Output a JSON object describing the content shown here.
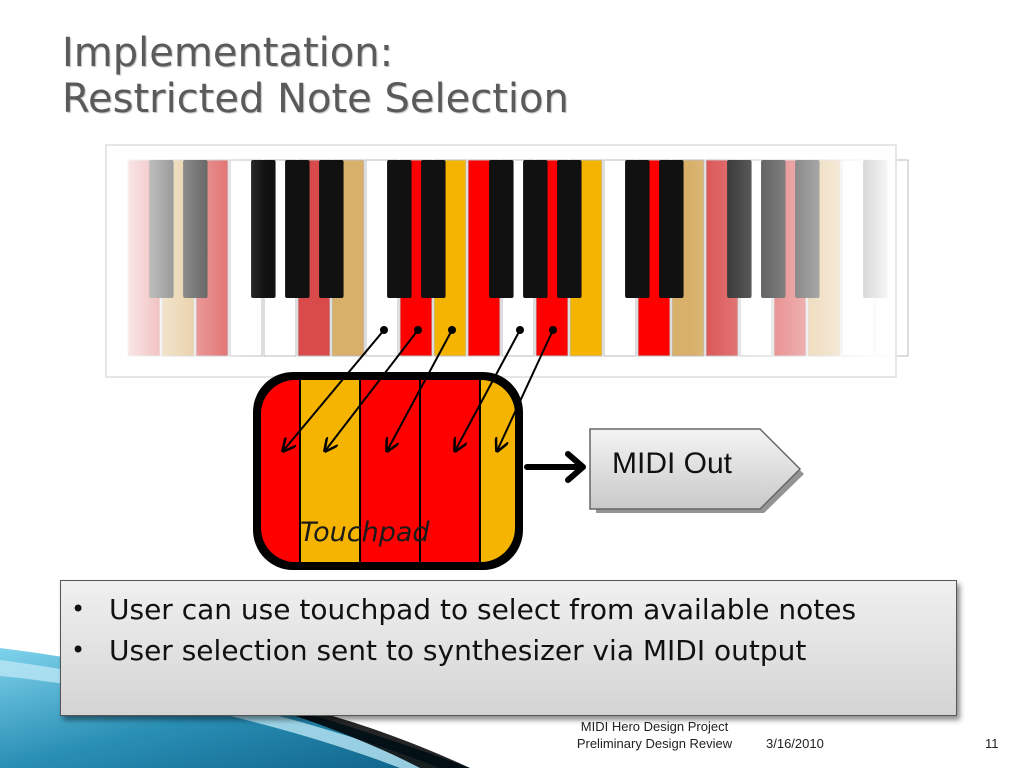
{
  "slide": {
    "title_line1": "Implementation:",
    "title_line2": "Restricted Note Selection",
    "touchpad_label": "Touchpad",
    "midi_out_label": "MIDI Out",
    "bullets": [
      "User can use touchpad to select from available notes",
      "User selection sent to synthesizer via MIDI output"
    ],
    "footer": {
      "project_line1": "MIDI Hero Design Project",
      "project_line2": "Preliminary Design Review",
      "date": "3/16/2010",
      "page_number": "11"
    }
  },
  "colors": {
    "red": "#ff0000",
    "orange": "#f5b400",
    "title_gray": "#5a5a5a",
    "teal_accent": "#2a8fb5"
  },
  "keyboard": {
    "white_keys": [
      "red-faded",
      "orange-faded",
      "red-faded",
      "white",
      "white",
      "red-faded",
      "orange-faded",
      "white",
      "red",
      "orange",
      "red",
      "white",
      "red",
      "orange",
      "white",
      "red",
      "orange-faded",
      "red-faded",
      "white",
      "red-faded",
      "orange-faded",
      "white",
      "white"
    ],
    "highlighted_white_keys": [
      "red",
      "orange",
      "red",
      "red",
      "orange"
    ],
    "touchpad_strips": [
      "red",
      "orange",
      "red",
      "red",
      "orange"
    ]
  }
}
